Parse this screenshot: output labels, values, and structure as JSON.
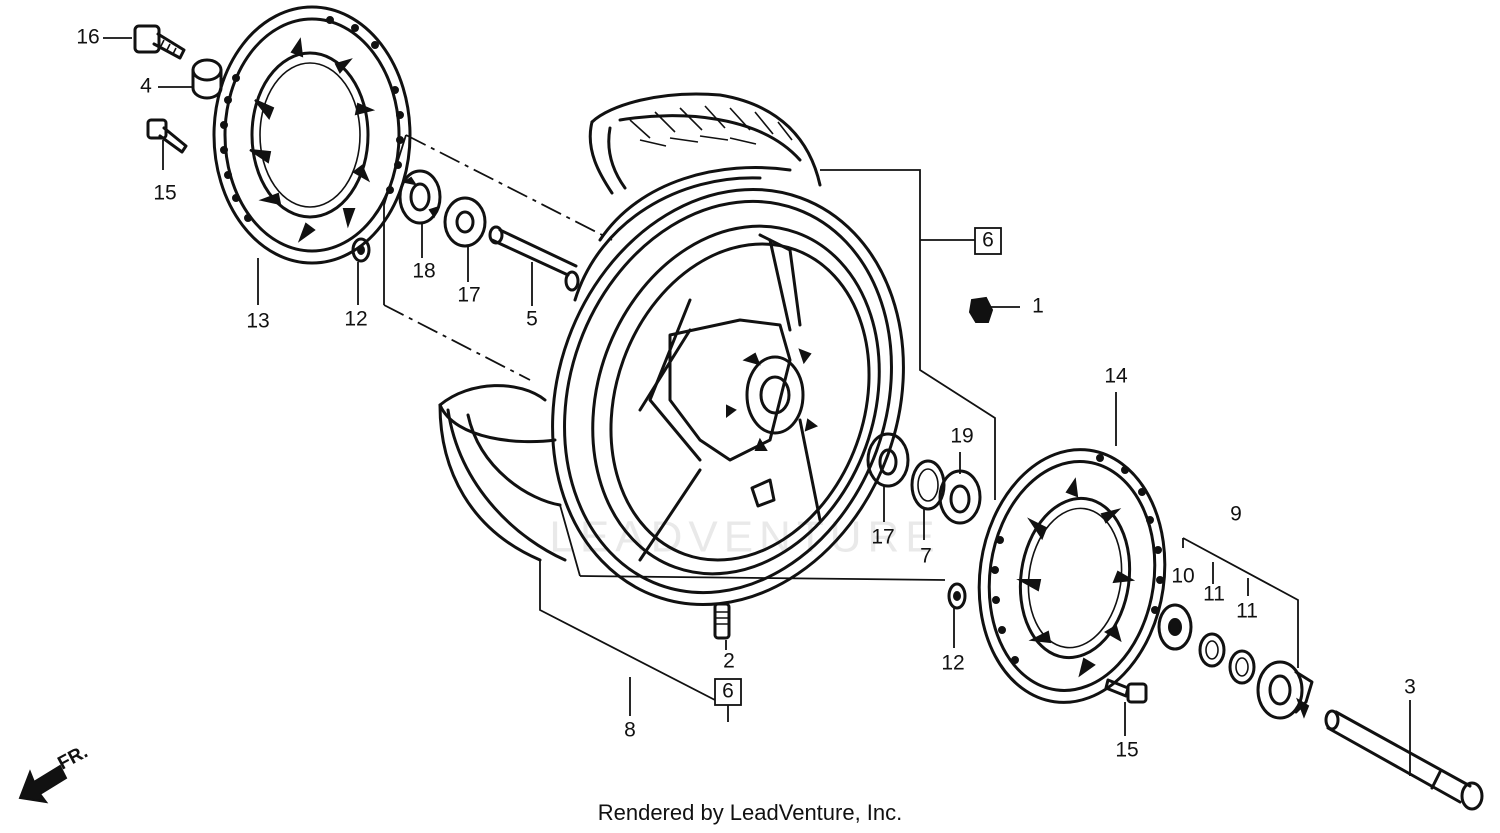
{
  "watermark": "LEADVENTURE",
  "direction_label": "FR.",
  "footer": "Rendered by LeadVenture, Inc.",
  "callouts": {
    "c1": "1",
    "c2": "2",
    "c3": "3",
    "c4": "4",
    "c5": "5",
    "c6a": "6",
    "c6b": "6",
    "c7": "7",
    "c8": "8",
    "c9": "9",
    "c10": "10",
    "c11a": "11",
    "c11b": "11",
    "c12a": "12",
    "c12b": "12",
    "c13": "13",
    "c14": "14",
    "c15a": "15",
    "c15b": "15",
    "c16": "16",
    "c17a": "17",
    "c17b": "17",
    "c18": "18",
    "c19": "19"
  }
}
